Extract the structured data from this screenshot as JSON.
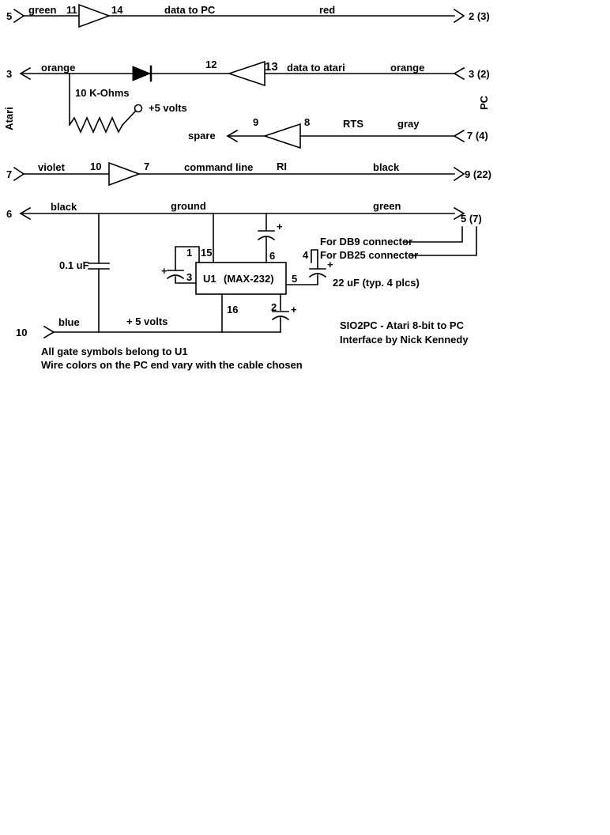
{
  "sides": {
    "left_label": "Atari",
    "right_label": "PC"
  },
  "title": {
    "line1": "SIO2PC - Atari 8-bit to PC",
    "line2": "Interface by Nick Kennedy"
  },
  "notes": {
    "line1": "All gate symbols belong to U1",
    "line2": "Wire colors on the PC end vary with the cable chosen"
  },
  "wires": {
    "data_to_pc": {
      "atari_pin": "5",
      "color_left": "green",
      "gate_in_pin": "11",
      "gate_out_pin": "14",
      "name": "data to PC",
      "color_right": "red",
      "pc_pin": "2 (3)"
    },
    "data_to_atari": {
      "atari_pin": "3",
      "color_left": "orange",
      "gate_out_pin": "12",
      "gate_in_pin": "13",
      "name": "data to atari",
      "color_right": "orange",
      "pc_pin": "3 (2)"
    },
    "rts": {
      "spare_label": "spare",
      "gate_out_pin": "9",
      "gate_in_pin": "8",
      "name": "RTS",
      "color": "gray",
      "pc_pin": "7 (4)"
    },
    "command": {
      "atari_pin": "7",
      "color_left": "violet",
      "gate_in_pin": "10",
      "gate_out_pin": "7",
      "name": "command line",
      "pc_name": "RI",
      "color_right": "black",
      "pc_pin": "9 (22)"
    },
    "ground": {
      "atari_pin": "6",
      "color_left": "black",
      "name": "ground",
      "color_right": "green",
      "pc_pin": "5 (7)"
    },
    "power": {
      "atari_pin": "10",
      "color": "blue",
      "name": "+ 5 volts"
    }
  },
  "components": {
    "pullup_resistor": {
      "value": "10 K-Ohms",
      "terminal_label": "+5 volts"
    },
    "bypass_cap": {
      "value": "0.1 uF"
    },
    "u1": {
      "ref": "U1",
      "part": "(MAX-232)",
      "pins": {
        "p1": "1",
        "p2": "2",
        "p3": "3",
        "p4": "4",
        "p5": "5",
        "p6": "6",
        "p15": "15",
        "p16": "16"
      }
    },
    "electrolytic_caps": {
      "value": "22 uF (typ. 4 plcs)",
      "polarity": "+"
    }
  },
  "callouts": {
    "db9": "For DB9 connector",
    "db25": "For DB25 connector"
  }
}
